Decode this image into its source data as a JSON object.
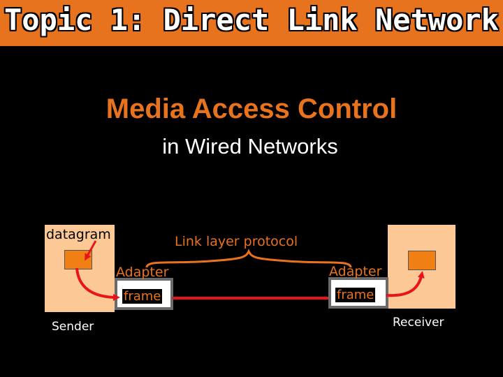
{
  "header": {
    "title": "Topic 1: Direct Link Network"
  },
  "slide": {
    "title": "Media Access Control",
    "subtitle": "in Wired Networks"
  },
  "diagram": {
    "datagram_label": "datagram",
    "protocol_label": "Link layer protocol",
    "sender_adapter_label": "Adapter",
    "receiver_adapter_label": "Adapter",
    "sender_frame_label": "frame",
    "receiver_frame_label": "frame",
    "sender_label": "Sender",
    "receiver_label": "Receiver"
  },
  "colors": {
    "banner": "#e8731e",
    "accent": "#e8731e",
    "node_fill": "#fbc896",
    "link": "#e8141c",
    "background": "#000000"
  }
}
